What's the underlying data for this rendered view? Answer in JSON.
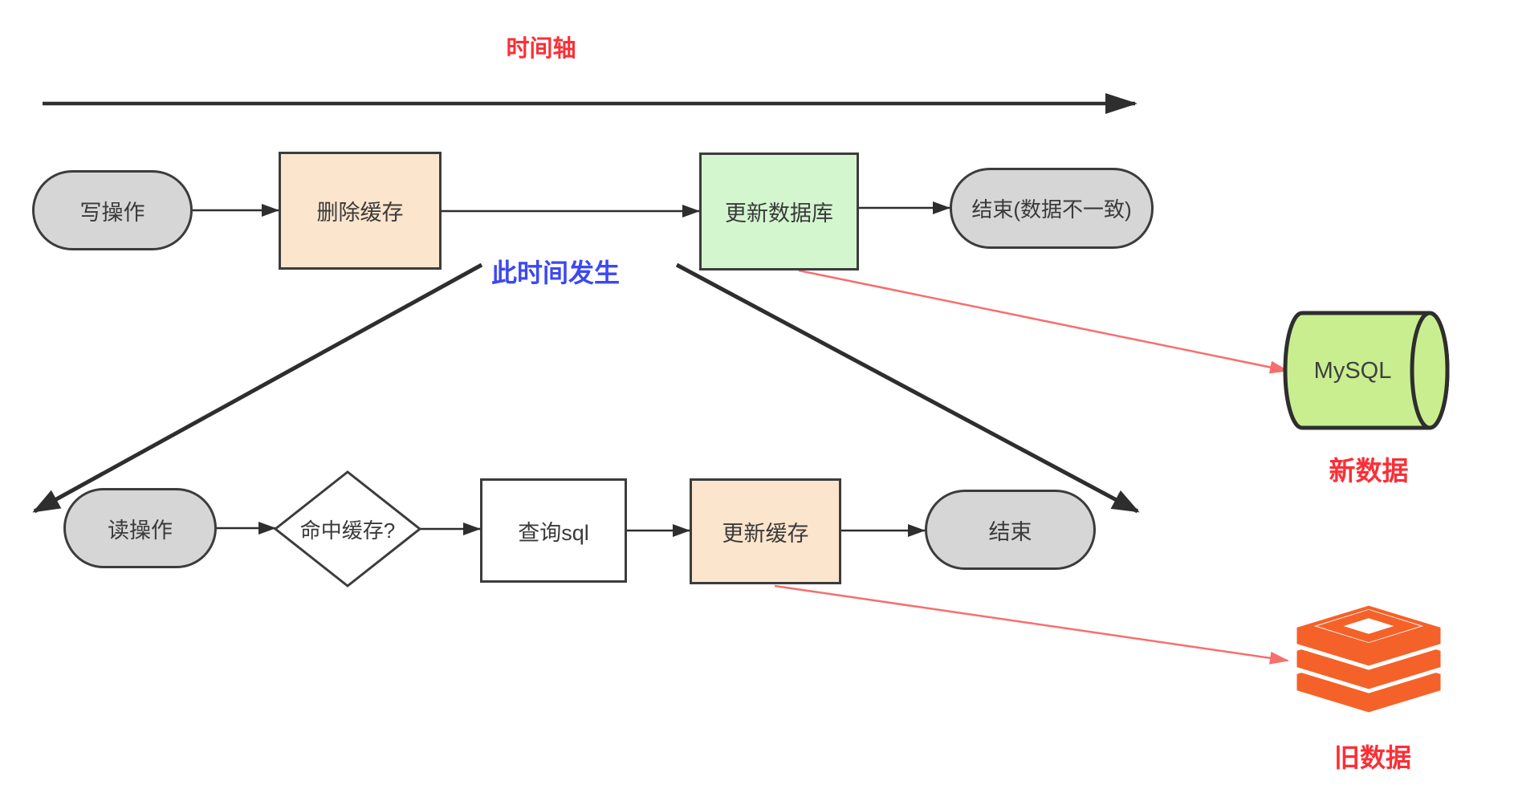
{
  "timeline": {
    "title": "时间轴"
  },
  "annotation": {
    "text": "此时间发生"
  },
  "write_flow": {
    "start": "写操作",
    "delete_cache": "删除缓存",
    "update_db": "更新数据库",
    "end": "结束(数据不一致)"
  },
  "read_flow": {
    "start": "读操作",
    "decision": "命中缓存?",
    "query_sql": "查询sql",
    "update_cache": "更新缓存",
    "end": "结束"
  },
  "mysql": {
    "label": "MySQL",
    "caption": "新数据"
  },
  "redis": {
    "caption": "旧数据"
  },
  "colors": {
    "red_text": "#fb2f36",
    "blue_text": "#3d49ee",
    "line_dark": "#2e2e2e",
    "node_border": "#3c3c3c",
    "gray_fill": "#d6d6d6",
    "orange_fill": "#fce5cd",
    "green_fill": "#d3f6cf",
    "mysql_fill": "#c9ee90",
    "redis_orange": "#f4622a",
    "red_arrow": "#f76e6e"
  }
}
